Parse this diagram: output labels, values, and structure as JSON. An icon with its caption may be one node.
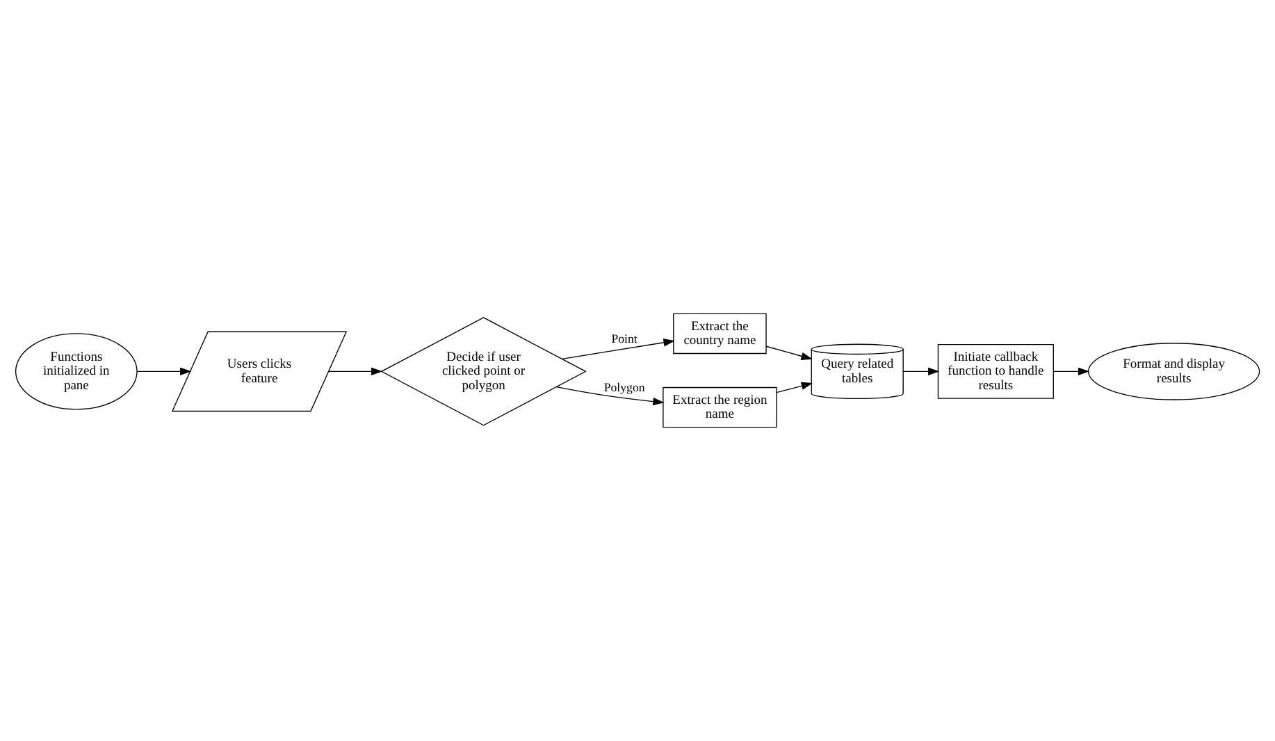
{
  "diagram": {
    "nodes": [
      {
        "text": [
          "Functions initialized in pane"
        ]
      },
      {
        "text": [
          "Users clicks feature"
        ]
      },
      {
        "text": [
          "Decide if user clicked point or polygon"
        ]
      },
      {
        "text": [
          "Extract the country name"
        ]
      },
      {
        "text": [
          "Extract the region name"
        ]
      },
      {
        "text": [
          "Query related tables"
        ]
      },
      {
        "text": [
          "Initiate callback function to handle results"
        ]
      },
      {
        "text": [
          "Format and display results"
        ]
      }
    ],
    "edges": [
      {
        "from": 0,
        "to": 1,
        "arrow": "to"
      },
      {
        "from": 1,
        "to": 2,
        "arrow": "to"
      },
      {
        "from": 2,
        "to": 3,
        "arrow": "to",
        "label": "Point"
      },
      {
        "from": 2,
        "to": 4,
        "arrow": "to",
        "label": "Polygon"
      },
      {
        "from": 3,
        "to": 5,
        "arrow": "to"
      },
      {
        "from": 4,
        "to": 5,
        "arrow": "to"
      },
      {
        "from": 5,
        "to": 6,
        "arrow": "to"
      },
      {
        "from": 6,
        "to": 7,
        "arrow": "to"
      }
    ]
  }
}
